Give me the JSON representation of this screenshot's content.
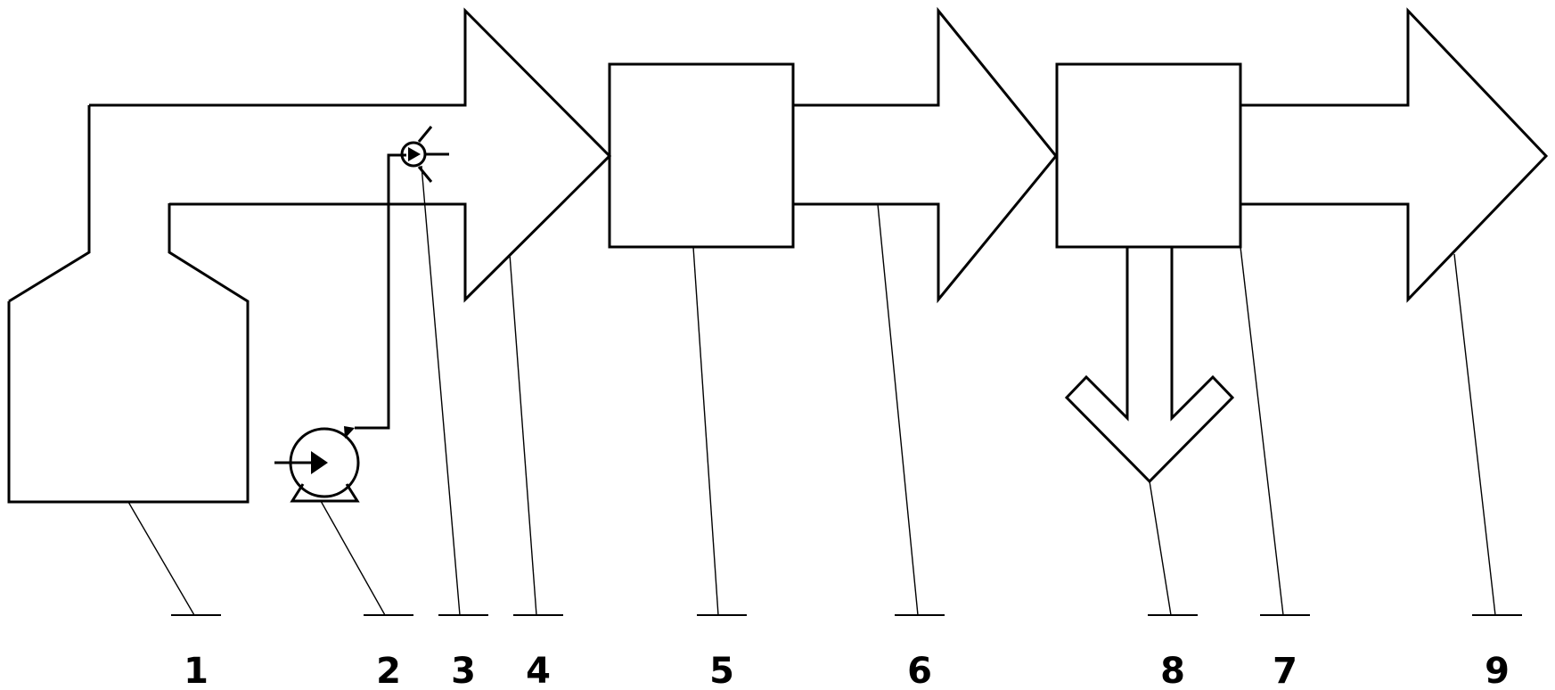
{
  "labels": {
    "l1": "1",
    "l2": "2",
    "l3": "3",
    "l4": "4",
    "l5": "5",
    "l6": "6",
    "l8": "8",
    "l7": "7",
    "l9": "9"
  },
  "icons": {
    "pump": "pump-icon",
    "spray": "spray-nozzle-icon"
  }
}
